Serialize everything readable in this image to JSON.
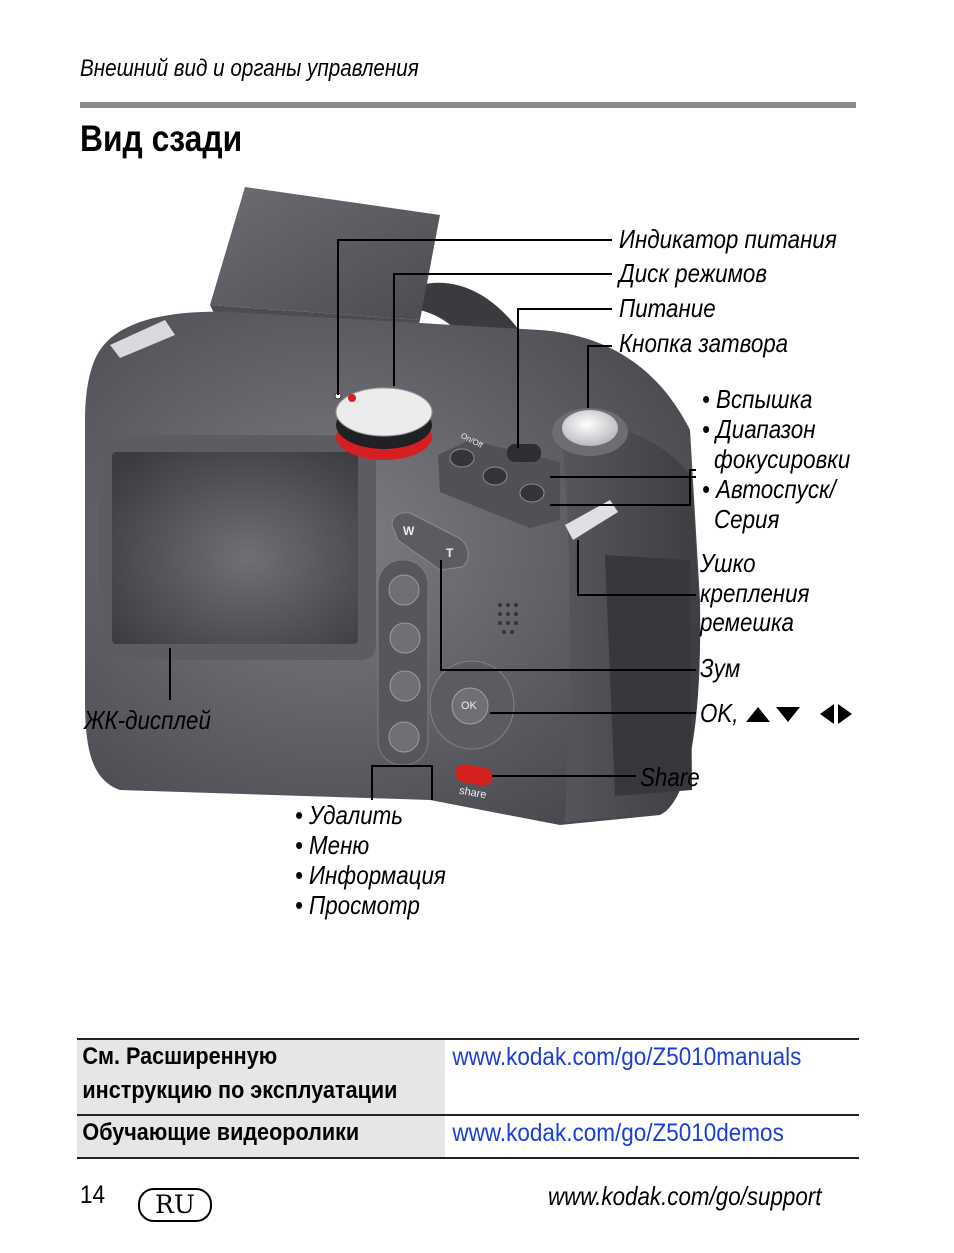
{
  "header": {
    "section": "Внешний вид и органы управления"
  },
  "page_title": "Вид сзади",
  "callouts": {
    "power_indicator": "Индикатор питания",
    "mode_dial": "Диск режимов",
    "power": "Питание",
    "shutter_button": "Кнопка затвора",
    "flash": "• Вспышка",
    "focus_range_1": "• Диапазон",
    "focus_range_2": "фокусировки",
    "self_timer_1": "• Автоспуск/",
    "self_timer_2": "Серия",
    "strap_1": "Ушко",
    "strap_2": "крепления",
    "strap_3": "ремешка",
    "zoom": "Зум",
    "ok_arrows": "OK,",
    "share": "Share",
    "lcd": "ЖК-дисплей",
    "delete": "• Удалить",
    "menu": "• Меню",
    "info": "• Информация",
    "review": "• Просмотр"
  },
  "camera_marks": {
    "on_off": "On/Off",
    "zoom_w": "W",
    "zoom_t": "T",
    "ok": "OK",
    "share_key": "share"
  },
  "table": {
    "row1_label_1": "См. Расширенную",
    "row1_label_2": "инструкцию по эксплуатации",
    "row1_link": "www.kodak.com/go/Z5010manuals",
    "row2_label": "Обучающие видеоролики",
    "row2_link": "www.kodak.com/go/Z5010demos"
  },
  "footer": {
    "page_number": "14",
    "language_badge": "RU",
    "support_url": "www.kodak.com/go/support"
  },
  "colors": {
    "link": "#1a3ed6",
    "rule": "#8a8a8a",
    "camera_body": "#5f6166",
    "accent_red": "#d42020"
  }
}
